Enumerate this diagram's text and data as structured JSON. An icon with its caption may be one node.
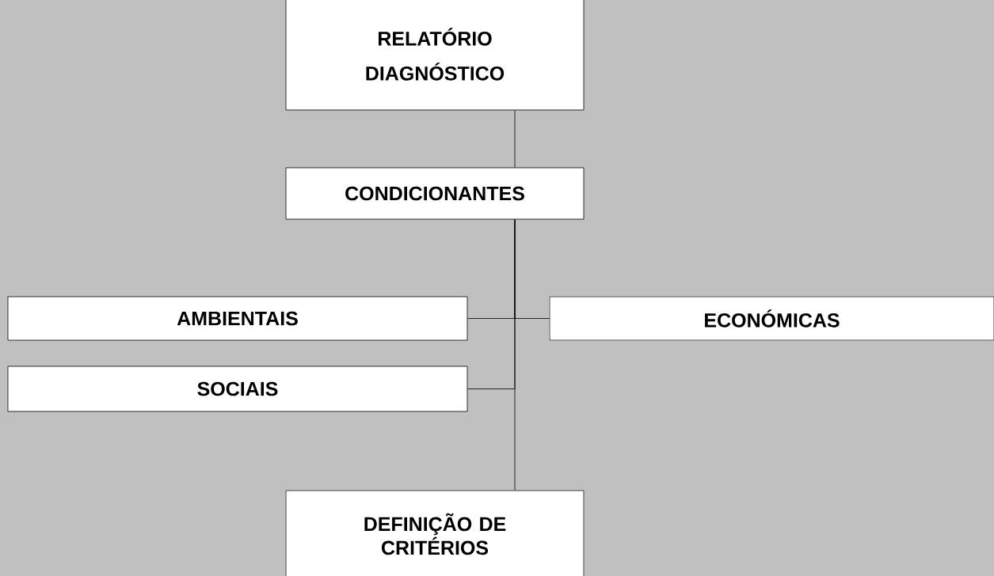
{
  "diagram": {
    "nodes": [
      {
        "text": [
          "RELATÓRIO DIAGNÓSTICO"
        ]
      },
      {
        "text": [
          "CONDICIONANTES"
        ]
      },
      {
        "text": [
          "AMBIENTAIS"
        ]
      },
      {
        "text": [
          "ECONÓMICAS"
        ]
      },
      {
        "text": [
          "SOCIAIS"
        ]
      },
      {
        "text": [
          "DEFINIÇÃO DE CRITÉRIOS"
        ]
      }
    ],
    "edges": [
      {
        "from": 0,
        "to": 1,
        "arrow": "none"
      },
      {
        "from": 1,
        "to": 2,
        "arrow": "none"
      },
      {
        "from": 1,
        "to": 3,
        "arrow": "none"
      },
      {
        "from": 1,
        "to": 4,
        "arrow": "none"
      },
      {
        "from": 1,
        "to": 5,
        "arrow": "none"
      }
    ]
  }
}
